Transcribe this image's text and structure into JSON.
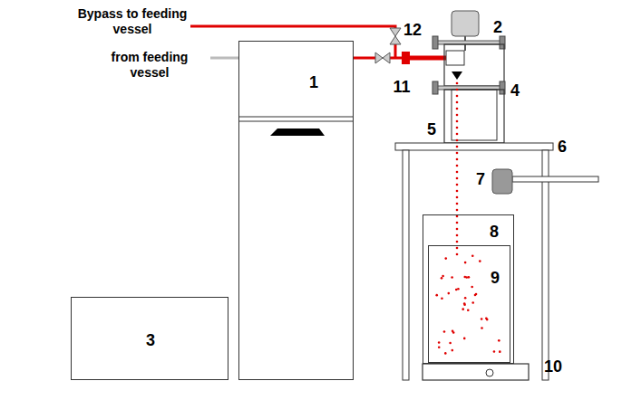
{
  "diagram": {
    "nodes": [
      {
        "text": [
          "1"
        ]
      },
      {
        "text": [
          "3"
        ]
      },
      {
        "text": [
          "8"
        ]
      },
      {
        "text": [
          "9"
        ],
        "in": 2
      }
    ],
    "labels": [
      "Bypass to feeding vessel",
      "from feeding vessel",
      "12",
      "2",
      "11",
      "4",
      "5",
      "6",
      "7",
      "10"
    ]
  }
}
